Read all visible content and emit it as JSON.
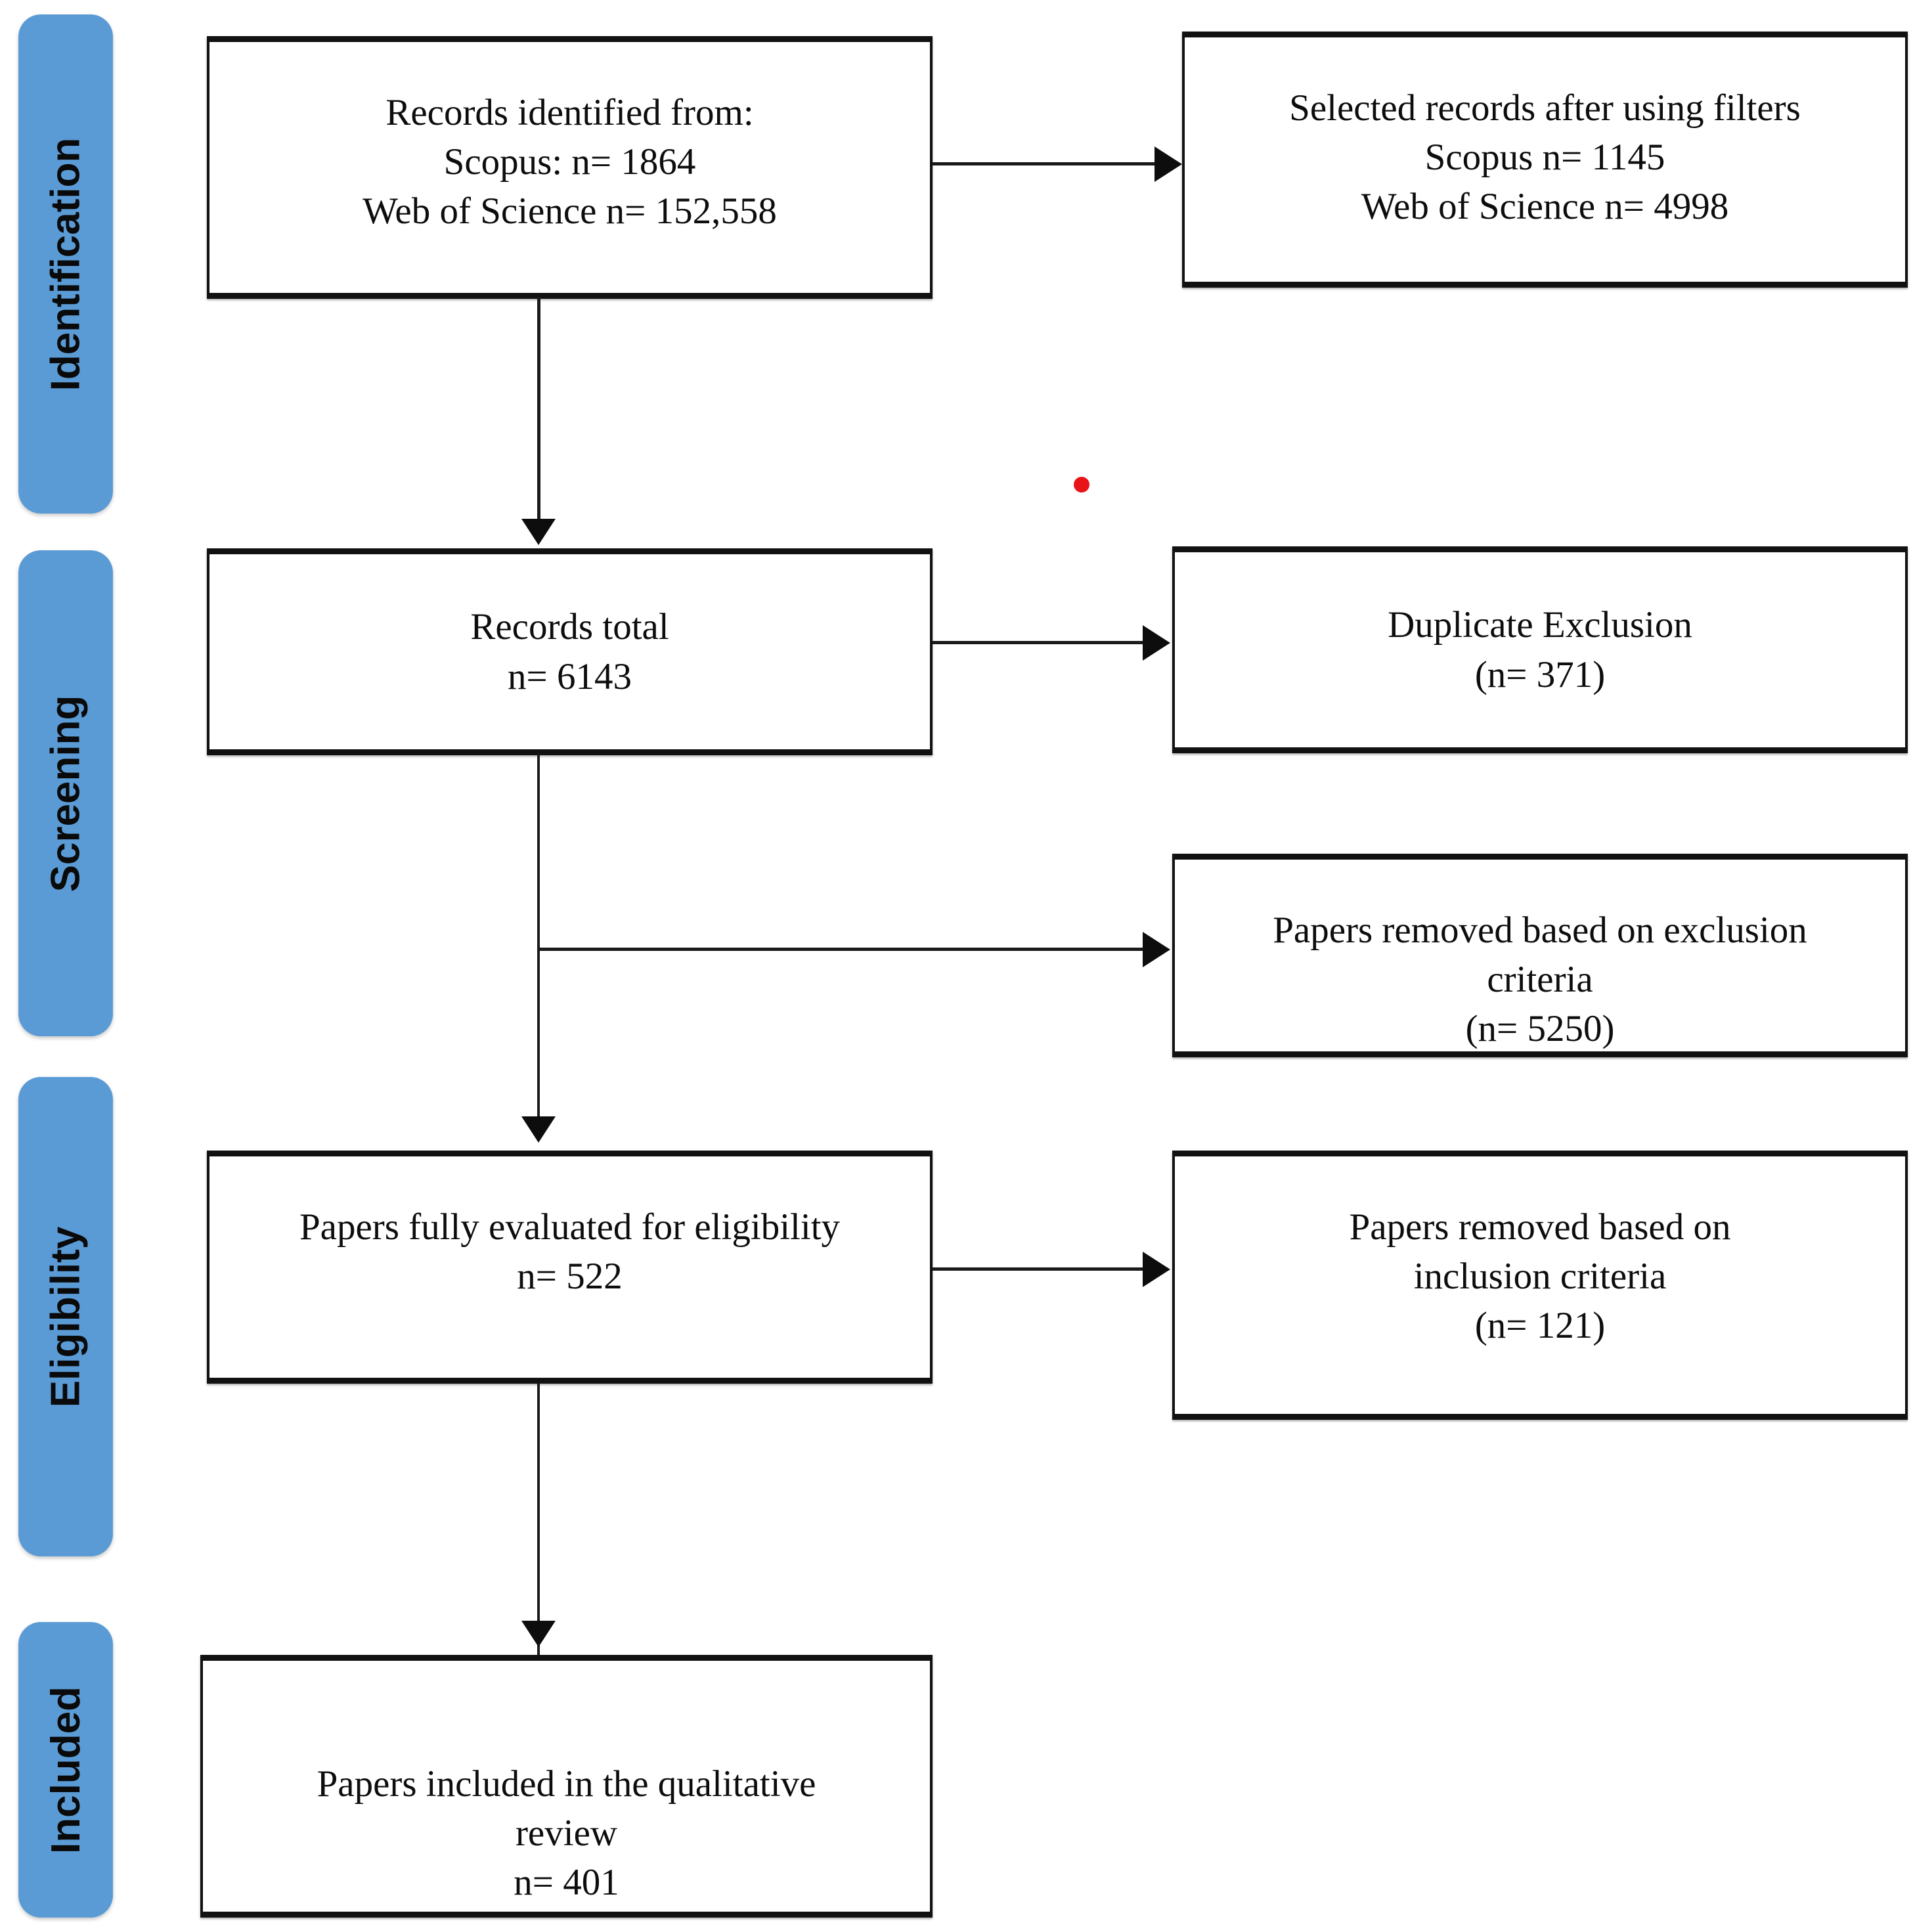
{
  "diagram": {
    "type": "prisma-flow-diagram",
    "title": "PRISMA records selection flow",
    "accent_color": "#5B9BD5",
    "box_border_color": "#111111",
    "connector_color": "#1A1A1A",
    "artifact_dot_color": "#E8141A"
  },
  "stages": [
    {
      "id": "identification",
      "label": "Identification"
    },
    {
      "id": "screening",
      "label": "Screening"
    },
    {
      "id": "eligibility",
      "label": "Eligibility"
    },
    {
      "id": "included",
      "label": "Included"
    }
  ],
  "boxes": {
    "records_identified": {
      "id": "records-identified",
      "stage": "identification",
      "text": "Records identified from:\nScopus: n= 1864\nWeb of Science n= 152,558",
      "lines": [
        "Records identified from:",
        "Scopus: n= 1864",
        "Web of Science n= 152,558"
      ]
    },
    "selected_after_filters": {
      "id": "selected-records-after-filters",
      "stage": "identification",
      "text": "Selected records after using filters\nScopus n= 1145\nWeb of Science n= 4998",
      "lines": [
        "Selected records after using filters",
        "Scopus n= 1145",
        "Web of Science n= 4998"
      ]
    },
    "records_total": {
      "id": "records-total",
      "stage": "screening",
      "text": "Records total\nn= 6143",
      "lines": [
        "Records total",
        "n= 6143"
      ]
    },
    "duplicate_exclusion": {
      "id": "duplicate-exclusion",
      "stage": "screening",
      "text": "Duplicate Exclusion\n(n= 371)",
      "lines": [
        "Duplicate Exclusion",
        "(n= 371)"
      ]
    },
    "exclusion_criteria_removed": {
      "id": "papers-removed-exclusion-criteria",
      "stage": "screening",
      "text": "Papers removed based on exclusion\ncriteria\n(n= 5250)",
      "lines": [
        "Papers removed based on exclusion",
        "criteria",
        "(n= 5250)"
      ]
    },
    "fully_evaluated": {
      "id": "papers-fully-evaluated",
      "stage": "eligibility",
      "text": "Papers fully evaluated for eligibility\nn= 522",
      "lines": [
        "Papers fully evaluated for eligibility",
        "n= 522"
      ]
    },
    "inclusion_criteria_removed": {
      "id": "papers-removed-inclusion-criteria",
      "stage": "eligibility",
      "text": "Papers removed based on\ninclusion criteria\n(n= 121)",
      "lines": [
        "Papers removed based on",
        "inclusion criteria",
        "(n= 121)"
      ]
    },
    "papers_included": {
      "id": "papers-included-qualitative-review",
      "stage": "included",
      "text": "Papers included in the qualitative\nreview\nn= 401",
      "lines": [
        "Papers included in the qualitative",
        "review",
        "n= 401"
      ]
    }
  },
  "counts": {
    "scopus_identified": 1864,
    "web_of_science_identified": 152558,
    "scopus_filtered": 1145,
    "web_of_science_filtered": 4998,
    "records_total": 6143,
    "duplicates_removed": 371,
    "removed_exclusion_criteria": 5250,
    "fully_evaluated": 522,
    "removed_inclusion_criteria": 121,
    "included_in_review": 401
  },
  "connectors": [
    {
      "id": "identified-to-filtered",
      "from": "records-identified",
      "to": "selected-records-after-filters",
      "direction": "right"
    },
    {
      "id": "identified-to-total",
      "from": "records-identified",
      "to": "records-total",
      "direction": "down"
    },
    {
      "id": "total-to-duplicates",
      "from": "records-total",
      "to": "duplicate-exclusion",
      "direction": "right"
    },
    {
      "id": "total-to-exclusion",
      "from": "records-total",
      "to": "papers-removed-exclusion-criteria",
      "direction": "right"
    },
    {
      "id": "total-to-evaluated",
      "from": "records-total",
      "to": "papers-fully-evaluated",
      "direction": "down"
    },
    {
      "id": "evaluated-to-inclusion",
      "from": "papers-fully-evaluated",
      "to": "papers-removed-inclusion-criteria",
      "direction": "right"
    },
    {
      "id": "evaluated-to-included",
      "from": "papers-fully-evaluated",
      "to": "papers-included-qualitative-review",
      "direction": "down"
    }
  ]
}
